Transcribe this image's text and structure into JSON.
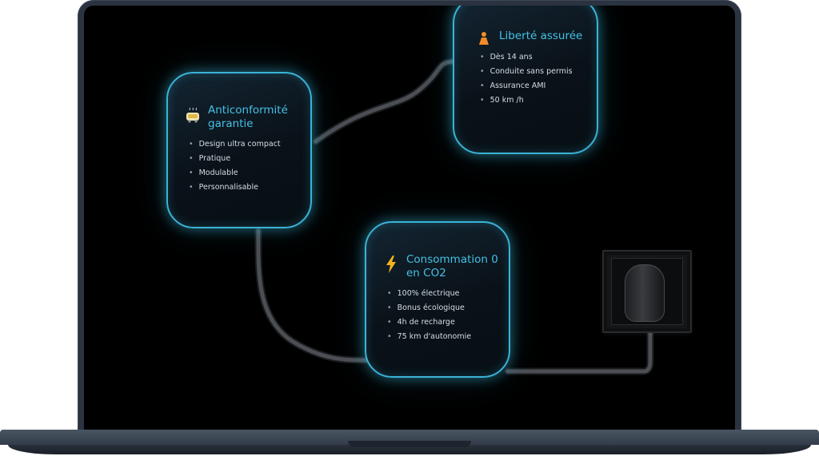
{
  "cards": [
    {
      "id": "anticonformite",
      "title_line1": "Anticonformité",
      "title_line2": "garantie",
      "icon": "toaster-car-icon",
      "items": [
        "Design ultra compact",
        "Pratique",
        "Modulable",
        "Personnalisable"
      ]
    },
    {
      "id": "liberte",
      "title_line1": "Liberté assurée",
      "title_line2": "",
      "icon": "person-icon",
      "items": [
        "Dès 14 ans",
        "Conduite sans permis",
        "Assurance AMI",
        "50 km /h"
      ]
    },
    {
      "id": "consommation",
      "title_line1": "Consommation 0",
      "title_line2": "en CO2",
      "icon": "lightning-icon",
      "items": [
        "100% électrique",
        "Bonus écologique",
        "4h de recharge",
        "75 km d'autonomie"
      ]
    }
  ],
  "colors": {
    "accent": "#46c1e6",
    "card_border": "#3ab3d6",
    "screen_bg": "#000000",
    "laptop_frame": "#2b3340",
    "text": "#d6dde3"
  }
}
